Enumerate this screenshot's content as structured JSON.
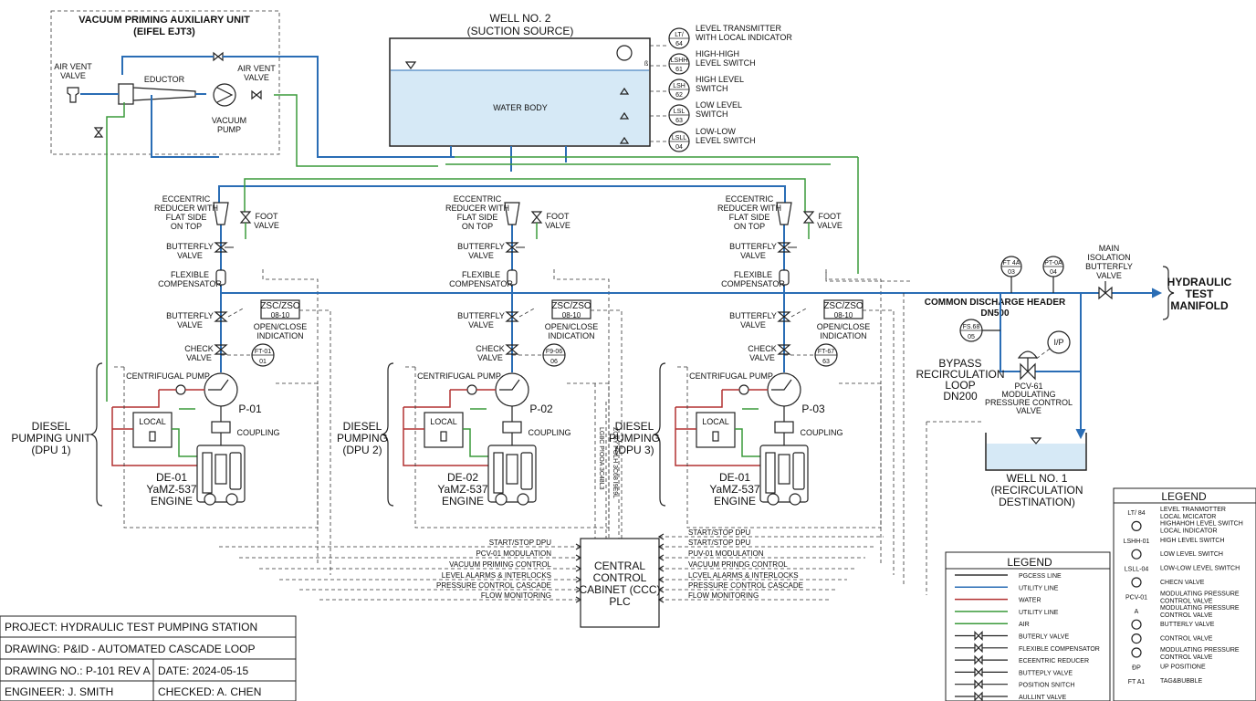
{
  "aux_unit": {
    "title": "VACUUM PRIMING AUXILIARY UNIT",
    "subtitle": "(EIFEL EJT3)",
    "air_vent_left": "AIR VENT",
    "air_vent_left2": "VALVE",
    "eductor": "EDUCTOR",
    "air_vent_right": "AIR VENT",
    "air_vent_right2": "VALVE",
    "vacuum_pump": "VACUUM",
    "vacuum_pump2": "PUMP"
  },
  "well2": {
    "title": "WELL NO. 2",
    "subtitle": "(SUCTION SOURCE)",
    "body": "WATER BODY"
  },
  "instruments": [
    {
      "tag1": "LT/",
      "tag2": "64",
      "label1": "LEVEL TRANSMITTER",
      "label2": "WITH LOCAL INDICATOR"
    },
    {
      "tag1": "LSHH",
      "tag2": "61",
      "label1": "HIGH-HIGH",
      "label2": "LEVEL SWITCH"
    },
    {
      "tag1": "LSH",
      "tag2": "62",
      "label1": "HIGH LEVEL",
      "label2": "SWITCH"
    },
    {
      "tag1": "LSL",
      "tag2": "63",
      "label1": "LOW LEVEL",
      "label2": "SWITCH"
    },
    {
      "tag1": "LSLL",
      "tag2": "04",
      "label1": "LOW-LOW",
      "label2": "LEVEL SWITCH"
    }
  ],
  "units": [
    {
      "reducer1": "ECCENTRIC",
      "reducer2": "REDUCER WITH",
      "reducer3": "FLAT SIDE",
      "reducer4": "ON TOP",
      "foot1": "FOOT",
      "foot2": "VALVE",
      "bfly1": "BUTTERFLY",
      "bfly2": "VALVE",
      "flex1": "FLEXIBLE",
      "flex2": "COMPENSATOR",
      "bfly3": "BUTTERFLY",
      "bfly4": "VALVE",
      "zsc1": "ZSC/ZSO",
      "zsc2": "08-10",
      "oc1": "OPEN/CLOSE",
      "oc2": "INDICATION",
      "check1": "CHECK",
      "check2": "VALVE",
      "ft1": "FT-01",
      "ft2": "01",
      "pump_label": "CENTRIFUGAL PUMP",
      "pump_tag": "P-01",
      "local": "LOCAL",
      "coupling": "COUPLING",
      "eng1": "DE-01",
      "eng2": "YaMZ-537",
      "eng3": "ENGINE",
      "dpu1": "DIESEL",
      "dpu2": "PUMPING UNIT",
      "dpu3": "(DPU 1)"
    },
    {
      "reducer1": "ECCENTRIC",
      "reducer2": "REDUCER WITH",
      "reducer3": "FLAT SIDE",
      "reducer4": "ON TOP",
      "foot1": "FOOT",
      "foot2": "VALVE",
      "bfly1": "BUTTERFLY",
      "bfly2": "VALVE",
      "flex1": "FLEXIBLE",
      "flex2": "COMPENSATOR",
      "bfly3": "BUTTERFLY",
      "bfly4": "VALVE",
      "zsc1": "ZSC/ZSO",
      "zsc2": "08-10",
      "oc1": "OPEN/CLOSE",
      "oc2": "INDICATION",
      "check1": "CHECK",
      "check2": "VALVE",
      "ft1": "F9-06",
      "ft2": "06",
      "pump_label": "CENTRIFUGAL PUMP",
      "pump_tag": "P-02",
      "local": "LOCAL",
      "coupling": "COUPLING",
      "eng1": "DE-02",
      "eng2": "YaMZ-537",
      "eng3": "ENGINE",
      "dpu1": "DIESEL",
      "dpu2": "PUMPING",
      "dpu3": "(DPU 2)"
    },
    {
      "reducer1": "ECCENTRIC",
      "reducer2": "REDUCER WITH",
      "reducer3": "FLAT SIDE",
      "reducer4": "ON TOP",
      "foot1": "FOOT",
      "foot2": "VALVE",
      "bfly1": "BUTTERFLY",
      "bfly2": "VALVE",
      "flex1": "FLEXIBLE",
      "flex2": "COMPENSATOR",
      "bfly3": "BUTTERFLY",
      "bfly4": "VALVE",
      "zsc1": "ZSC/ZSO",
      "zsc2": "08-10",
      "oc1": "OPEN/CLOSE",
      "oc2": "INDICATION",
      "check1": "CHECK",
      "check2": "VALVE",
      "ft1": "FT-67",
      "ft2": "63",
      "pump_label": "CENTRIFUGAL PUMP",
      "pump_tag": "P-03",
      "local": "LOCAL",
      "coupling": "COUPLING",
      "eng1": "DE-01",
      "eng2": "YaMZ-537",
      "eng3": "ENGINE",
      "dpu1": "DIESEL",
      "dpu2": "PUMPING",
      "dpu3": "(DPU 3)"
    }
  ],
  "discharge": {
    "header1": "COMMON DISCHARGE HEADER",
    "header2": "DN500",
    "fta1": "FT 4A",
    "fta2": "03",
    "pta1": "PT-0A",
    "pta2": "04",
    "iso1": "MAIN",
    "iso2": "ISOLATION",
    "iso3": "BUTTERFLY",
    "iso4": "VALVE",
    "manifold1": "HYDRAULIC",
    "manifold2": "TEST",
    "manifold3": "MANIFOLD"
  },
  "bypass": {
    "fs1": "FS.68",
    "fs2": "05",
    "label1": "BYPASS",
    "label2": "RECIRCULATION",
    "label3": "LOOP",
    "label4": "DN200",
    "ip": "I/P",
    "pcv1": "PCV-61",
    "pcv2": "MODULATING",
    "pcv3": "PRESSURE CONTROL",
    "pcv4": "VALVE"
  },
  "well1": {
    "title1": "WELL NO. 1",
    "title2": "(RECIRCULATION",
    "title3": "DESTINATION)"
  },
  "ccc": {
    "l1": "CENTRAL",
    "l2": "CONTROL",
    "l3": "CABINET (CCC)",
    "l4": "PLC"
  },
  "vert_signals": {
    "a": "LG8C P!OOA 3C48L3",
    "b": "ZO8Y POLH 3C68 I9E9L"
  },
  "signals_left": [
    "START/STOP DPU",
    "PCV-01 MODULATION",
    "VACUUM PRIMING CONTROL",
    "LEVEL ALARMS & INTERLOCKS",
    "PRESSURE CONTROL CASCADE",
    "FLOW MONITORING"
  ],
  "signals_right": [
    "START/STOP DPU",
    "START/STOP DPU",
    "PUV-01 MODULATION",
    "VACUUM PRINDG CONTROL",
    "LCVEL ALARMS & INTERLOCKS",
    "PRESSURE CONTROL CASCADE",
    "FLOW MONITORING"
  ],
  "title_block": {
    "project": "PROJECT: HYDRAULIC TEST PUMPING STATION",
    "drawing": "DRAWING: P&ID - AUTOMATED CASCADE LOOP",
    "number": "DRAWING NO.: P-101 REV A",
    "date": "DATE: 2024-05-15",
    "engineer": "ENGINEER: J. SMITH",
    "checked": "CHECKED: A. CHEN"
  },
  "legend_a": {
    "title": "LEGEND",
    "items": [
      "PGCESS LINE",
      "UTILITY LINE",
      "WATER",
      "UTILITY LINE",
      "AIR",
      "BUTERLY VALVE",
      "FLEXIBLE COMPENSATOR",
      "ECEENTRIC REDUCER",
      "BUTTEPLY VALVE",
      "POSITION SNITCH",
      "AULLINT VALVE"
    ]
  },
  "legend_b": {
    "title": "LEGEND",
    "items": [
      {
        "sym": "LT/ 84",
        "a": "LEVEL TRANMOTTER",
        "b": "LOCAL MCICATOR"
      },
      {
        "sym": "",
        "a": "HIGHAHOH LEVEL SWITCH",
        "b": "LOCAL INDICATOR"
      },
      {
        "sym": "LSHH-01",
        "a": "HIGH LEVEL SWITCH",
        "b": ""
      },
      {
        "sym": "",
        "a": "LOW LEVEL SWITCH",
        "b": ""
      },
      {
        "sym": "LSLL-04",
        "a": "LOW-LOW LEVEL SWITCH",
        "b": ""
      },
      {
        "sym": "",
        "a": "CHECN VALVE",
        "b": ""
      },
      {
        "sym": "PCV-01",
        "a": "MODULATING PRESSURE",
        "b": "CONTROL VALVE"
      },
      {
        "sym": "A",
        "a": "MODULATING PRESSURE",
        "b": "CONTROL VALVE"
      },
      {
        "sym": "",
        "a": "BUTTERLY VALVE",
        "b": ""
      },
      {
        "sym": "",
        "a": "CONTROL VALVE",
        "b": ""
      },
      {
        "sym": "",
        "a": "MODULATING PRESSURE",
        "b": "CONTROL VALVE"
      },
      {
        "sym": "ÐP",
        "a": "UP POSITIONE",
        "b": ""
      },
      {
        "sym": "FT A1",
        "a": "TAG&BUBBLE",
        "b": ""
      }
    ]
  },
  "colors": {
    "process": "#2a6db5",
    "utility": "#3a9a3a",
    "water": "#b23030",
    "signal": "#333333"
  }
}
